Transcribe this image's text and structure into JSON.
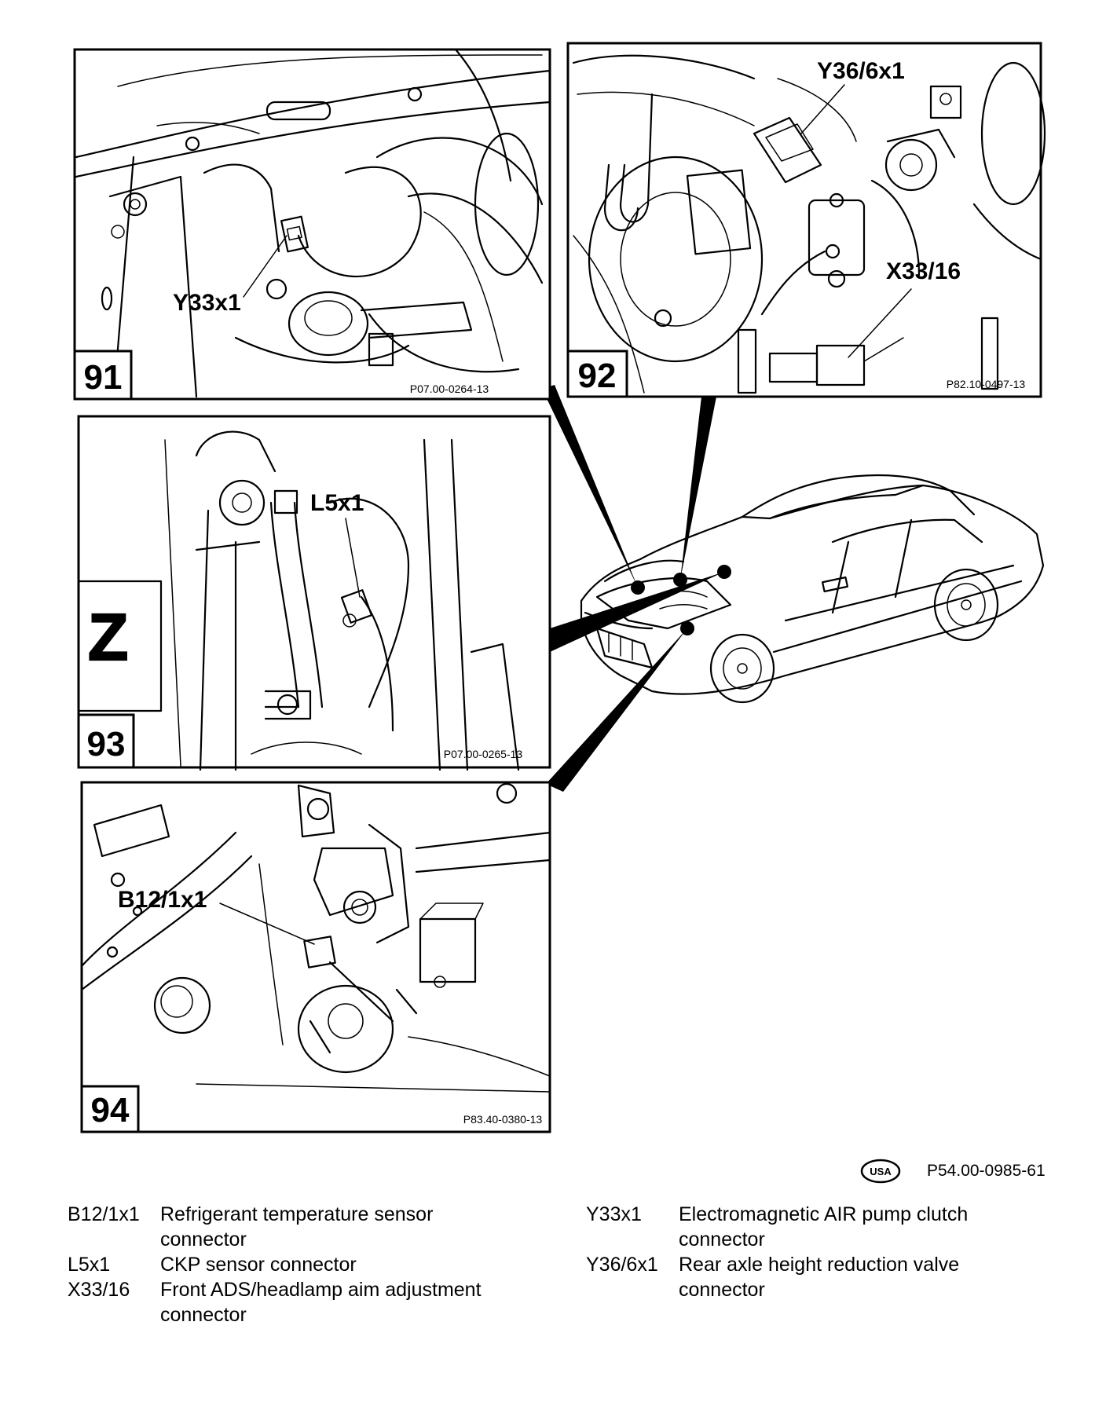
{
  "panels": [
    {
      "number": "91",
      "callout": "Y33x1",
      "ref": "P07.00-0264-13"
    },
    {
      "number": "92",
      "callouts": [
        "Y36/6x1",
        "X33/16"
      ],
      "ref": "P82.10-0497-13"
    },
    {
      "number": "93",
      "callout": "L5x1",
      "ref": "P07.00-0265-13",
      "mark": "Z"
    },
    {
      "number": "94",
      "callout": "B12/1x1",
      "ref": "P83.40-0380-13"
    }
  ],
  "footer": {
    "region_badge": "USA",
    "document_id": "P54.00-0985-61"
  },
  "legend": {
    "left": [
      {
        "code": "B12/1x1",
        "description": "Refrigerant temperature sensor connector"
      },
      {
        "code": "L5x1",
        "description": "CKP sensor connector"
      },
      {
        "code": "X33/16",
        "description": "Front ADS/headlamp aim adjustment connector"
      }
    ],
    "right": [
      {
        "code": "Y33x1",
        "description": "Electromagnetic AIR pump clutch connector"
      },
      {
        "code": "Y36/6x1",
        "description": "Rear axle height reduction valve connector"
      }
    ]
  }
}
